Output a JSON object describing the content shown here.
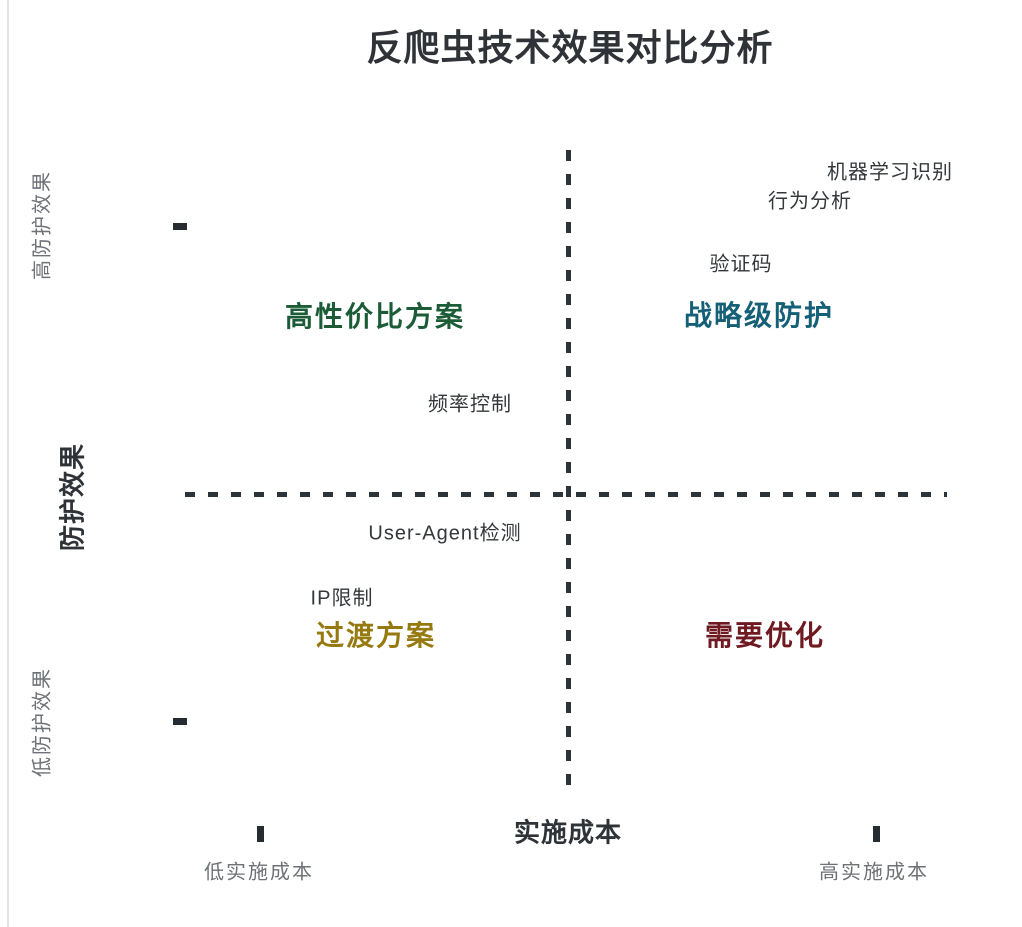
{
  "chart_data": {
    "type": "scatter",
    "subtype": "quadrant-chart",
    "title": "反爬虫技术效果对比分析",
    "x_axis": {
      "label": "实施成本",
      "min_label": "低实施成本",
      "max_label": "高实施成本",
      "range": [
        0,
        1
      ]
    },
    "y_axis": {
      "label": "防护效果",
      "min_label": "低防护效果",
      "max_label": "高防护效果",
      "range": [
        0,
        1
      ]
    },
    "quadrants": [
      {
        "position": "top-left",
        "label": "高性价比方案",
        "color": "#1b5c37"
      },
      {
        "position": "top-right",
        "label": "战略级防护",
        "color": "#156076"
      },
      {
        "position": "bottom-left",
        "label": "过渡方案",
        "color": "#967a10"
      },
      {
        "position": "bottom-right",
        "label": "需要优化",
        "color": "#6e1a20"
      }
    ],
    "points": [
      {
        "label": "机器学习识别",
        "x": 0.92,
        "y": 0.97
      },
      {
        "label": "行为分析",
        "x": 0.82,
        "y": 0.92
      },
      {
        "label": "验证码",
        "x": 0.73,
        "y": 0.83
      },
      {
        "label": "频率控制",
        "x": 0.37,
        "y": 0.61
      },
      {
        "label": "User-Agent检测",
        "x": 0.34,
        "y": 0.4
      },
      {
        "label": "IP限制",
        "x": 0.21,
        "y": 0.3
      }
    ],
    "grid": false,
    "legend": false,
    "axis_line_style": "dashed",
    "colors": {
      "title_text": "#2f3337",
      "point_text": "#34383b",
      "muted_text": "#6e7276",
      "axis_dash": "#2c3439"
    }
  }
}
